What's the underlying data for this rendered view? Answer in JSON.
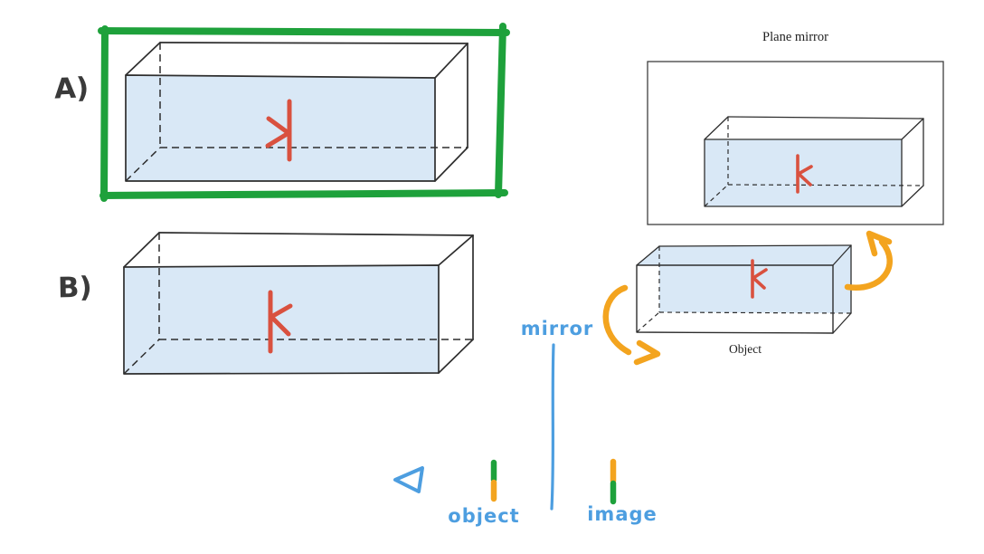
{
  "colors": {
    "ink": "#2e2e2e",
    "face": "#d9e8f6",
    "red": "#d9513f",
    "green": "#1ea13b",
    "orange": "#f3a41f",
    "blue": "#4d9ee0",
    "label": "#3a3a3a",
    "serif-ink": "#1f1f1f"
  },
  "labels": {
    "option_a": "A)",
    "option_b": "B)",
    "plane_mirror": "Plane mirror",
    "object_caption": "Object",
    "mirror_hand": "mirror",
    "object_hand": "object",
    "image_hand": "image"
  },
  "figure": {
    "type": "plane-mirror reflection diagram",
    "options": [
      {
        "id": "A",
        "letter": "k",
        "letter_orientation": "mirrored",
        "selected": true,
        "selection_mark": "green hand-drawn rectangle"
      },
      {
        "id": "B",
        "letter": "k",
        "letter_orientation": "normal",
        "selected": false
      }
    ],
    "mirror_scene": {
      "mirror_label": "Plane mirror",
      "image_in_mirror_letter": "k",
      "object_label": "Object",
      "object_letter": "k",
      "rotation_arrows": [
        "left curved orange arrow pointing right-down",
        "right curved orange arrow pointing up-left"
      ]
    },
    "ray_sketch": {
      "mirror_label": "mirror",
      "object_label": "object",
      "image_label": "image",
      "object_bar": {
        "top_color": "green",
        "bottom_color": "orange"
      },
      "image_bar": {
        "top_color": "orange",
        "bottom_color": "green"
      },
      "eye_position": "left of object bar"
    }
  }
}
